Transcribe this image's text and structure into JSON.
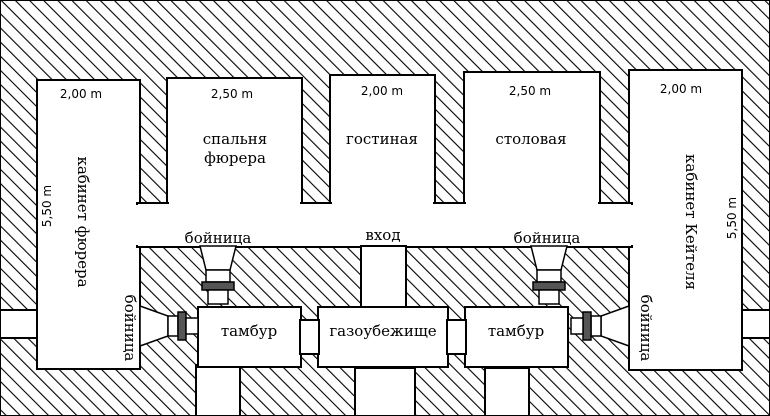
{
  "colors": {
    "wall_hatch": "#000000",
    "room_fill": "#ffffff",
    "outline": "#000000"
  },
  "rooms": {
    "left_cabinet": {
      "label": "кабинет фюрера",
      "width": "2,00 m",
      "height": "5,50 m"
    },
    "bedroom": {
      "label_line1": "спальня",
      "label_line2": "фюрера",
      "width": "2,50 m"
    },
    "living": {
      "label": "гостиная",
      "width": "2,00 m"
    },
    "dining": {
      "label": "столовая",
      "width": "2,50 m"
    },
    "right_cabinet": {
      "label": "кабинет Кейтеля",
      "width": "2,00 m",
      "height": "5,50 m"
    },
    "tambour_left": {
      "label": "тамбур"
    },
    "gas_shelter": {
      "label": "газоубежище"
    },
    "tambour_right": {
      "label": "тамбур"
    }
  },
  "features": {
    "loophole_top_left": "бойница",
    "loophole_top_right": "бойница",
    "loophole_side_left": "бойница",
    "loophole_side_right": "бойница",
    "entrance": "вход"
  }
}
